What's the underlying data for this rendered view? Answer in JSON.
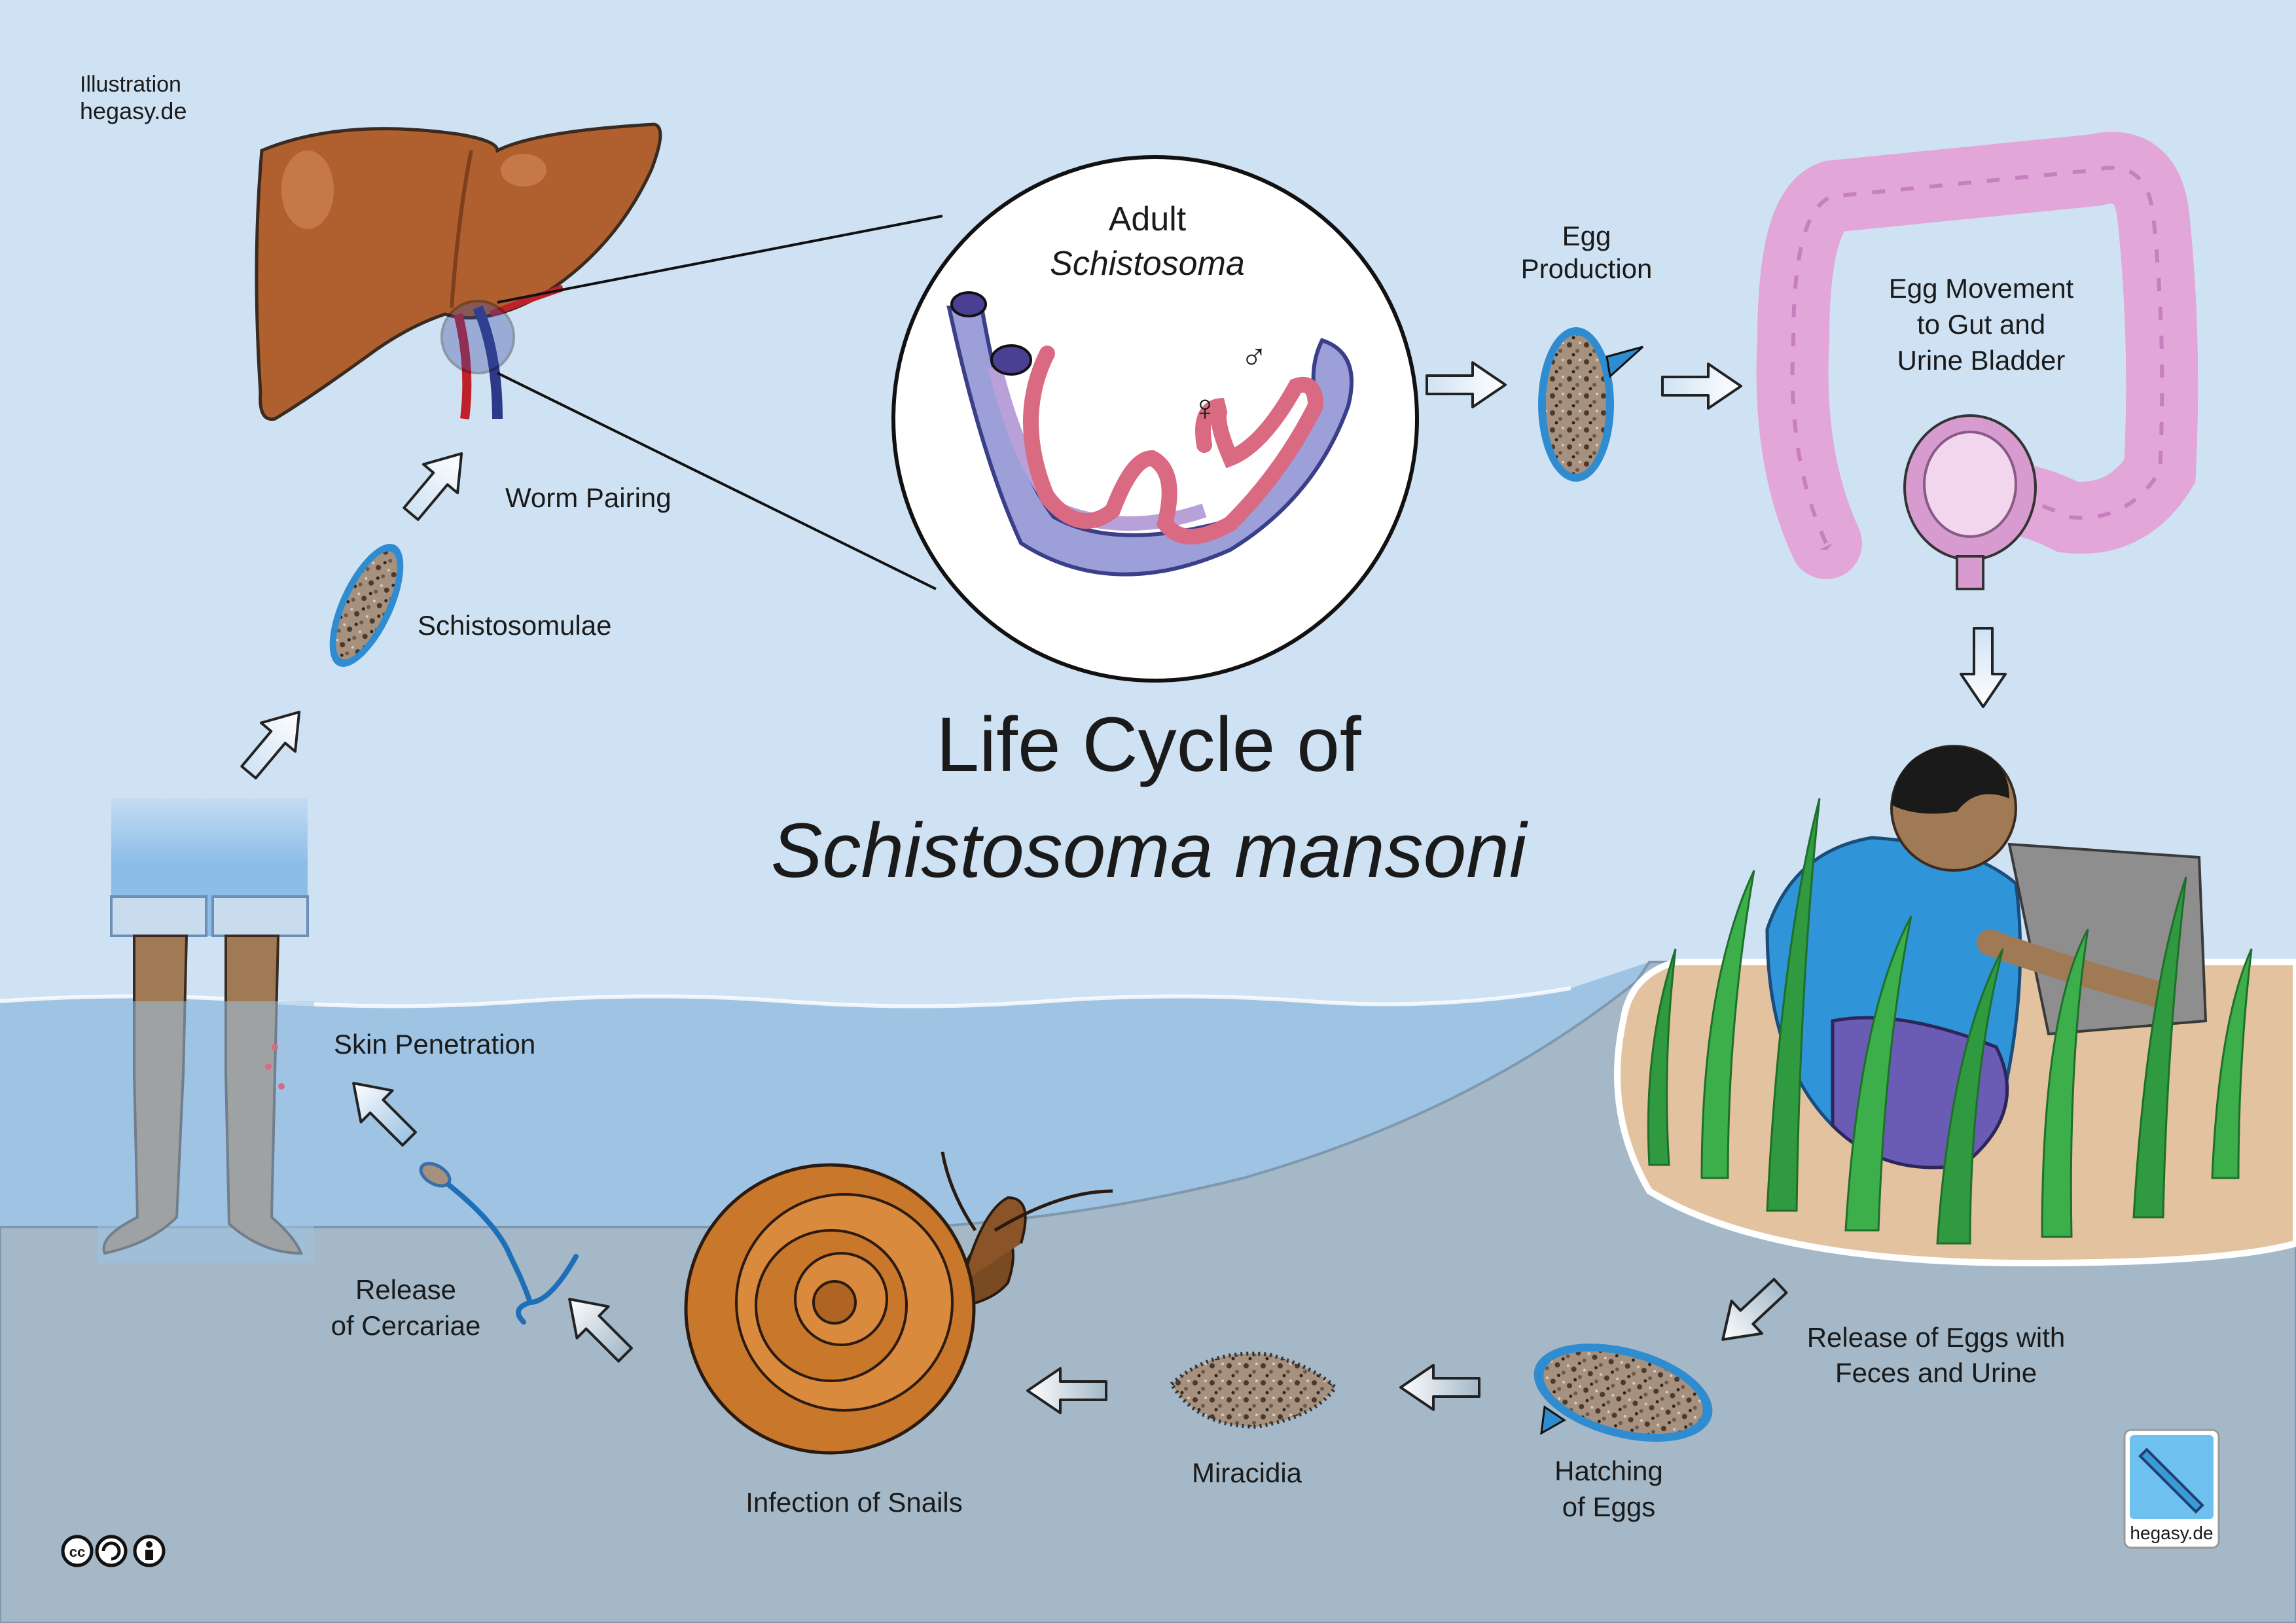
{
  "title": {
    "line1": "Life Cycle of",
    "line2": "Schistosoma mansoni"
  },
  "credit": {
    "line1": "Illustration",
    "line2": "hegasy.de"
  },
  "badge": {
    "label": "hegasy.de"
  },
  "license_icons": [
    "cc",
    "by",
    "sa"
  ],
  "labels": {
    "adult_line1": "Adult",
    "adult_line2": "Schistosoma",
    "male_symbol": "♂",
    "female_symbol": "♀",
    "egg_production_line1": "Egg",
    "egg_production_line2": "Production",
    "egg_movement_line1": "Egg Movement",
    "egg_movement_line2": "to Gut and",
    "egg_movement_line3": "Urine Bladder",
    "worm_pairing": "Worm Pairing",
    "schistosomulae": "Schistosomulae",
    "skin_penetration": "Skin Penetration",
    "release_cercariae_line1": "Release",
    "release_cercariae_line2": "of Cercariae",
    "infection_snails": "Infection of Snails",
    "miracidia": "Miracidia",
    "hatching_line1": "Hatching",
    "hatching_line2": "of Eggs",
    "release_eggs_line1": "Release of Eggs with",
    "release_eggs_line2": "Feces and Urine"
  },
  "colors": {
    "sky": "#cfe2f4",
    "water": "#9ec3e3",
    "ground": "#a4b8c8",
    "sand": "#e3c29f",
    "liver": "#b0602e",
    "colon": "#e3a6d8",
    "worm_male": "#9c9fd8",
    "worm_female": "#d96a82",
    "egg_fill": "#a6917e",
    "egg_border": "#3a9ad6",
    "snail_shell": "#c9772a",
    "grass": "#2f9a3f",
    "shirt": "#2f95d8",
    "pants": "#6a5bb4"
  }
}
